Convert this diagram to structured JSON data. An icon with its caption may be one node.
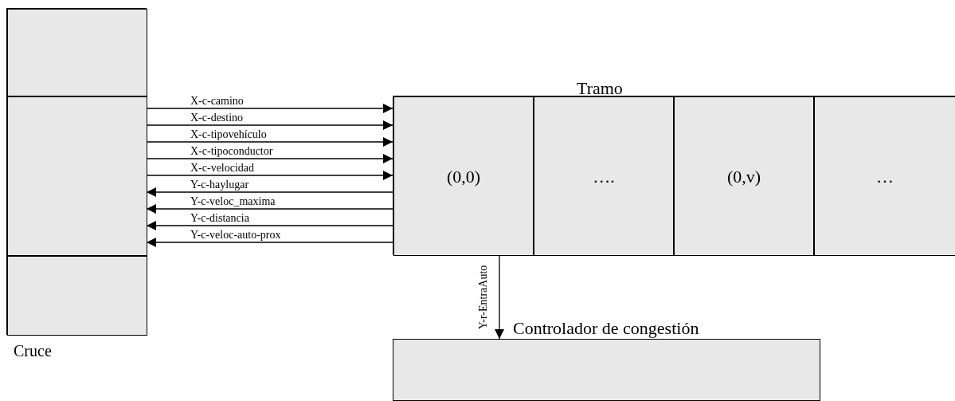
{
  "diagram": {
    "nodes": [
      {
        "text": [
          "Cruce"
        ]
      },
      {
        "text": [],
        "shape": "box",
        "in": 0
      },
      {
        "text": [],
        "shape": "box",
        "in": 0
      },
      {
        "text": [],
        "shape": "box",
        "in": 0
      },
      {
        "text": [
          "Tramo"
        ]
      },
      {
        "text": [
          "(0,0)"
        ],
        "in": 4
      },
      {
        "text": [
          "…."
        ],
        "in": 4
      },
      {
        "text": [
          "(0,v)"
        ],
        "in": 4
      },
      {
        "text": [
          "…"
        ],
        "in": 4
      },
      {
        "text": [
          "Controlador de congestión"
        ]
      }
    ],
    "edges": [
      {
        "from": 2,
        "to": 5,
        "arrow": "to",
        "label": "X-c-camino"
      },
      {
        "from": 2,
        "to": 5,
        "arrow": "to",
        "label": "X-c-destino"
      },
      {
        "from": 2,
        "to": 5,
        "arrow": "to",
        "label": "X-c-tipovehículo"
      },
      {
        "from": 2,
        "to": 5,
        "arrow": "to",
        "label": "X-c-tipoconductor"
      },
      {
        "from": 2,
        "to": 5,
        "arrow": "to",
        "label": "X-c-velocidad"
      },
      {
        "from": 5,
        "to": 2,
        "arrow": "to",
        "label": "Y-c-haylugar"
      },
      {
        "from": 5,
        "to": 2,
        "arrow": "to",
        "label": "Y-c-veloc_maxima"
      },
      {
        "from": 5,
        "to": 2,
        "arrow": "to",
        "label": "Y-c-distancia"
      },
      {
        "from": 5,
        "to": 2,
        "arrow": "to",
        "label": "Y-c-veloc-auto-prox"
      },
      {
        "from": 5,
        "to": 9,
        "arrow": "to",
        "label": "Y-r-EntraAuto"
      }
    ]
  }
}
